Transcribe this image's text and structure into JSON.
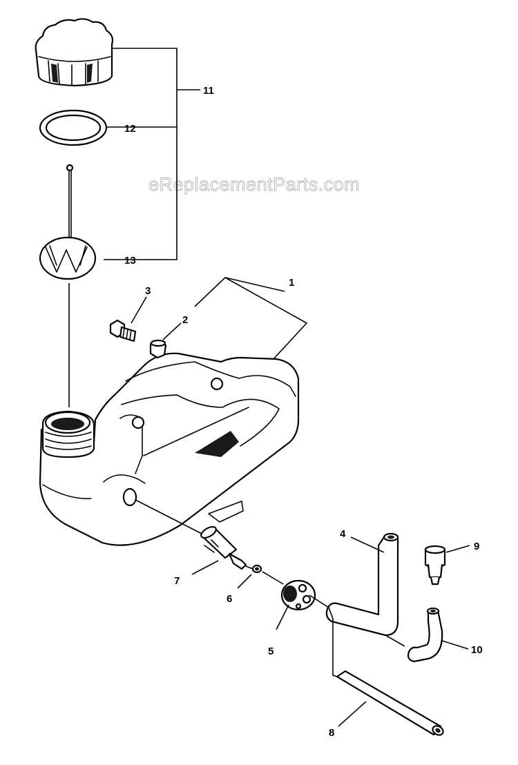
{
  "watermark": "eReplacementParts.com",
  "callouts": {
    "c1": "1",
    "c2": "2",
    "c3": "3",
    "c4": "4",
    "c5": "5",
    "c6": "6",
    "c7": "7",
    "c8": "8",
    "c9": "9",
    "c10": "10",
    "c11": "11",
    "c12": "12",
    "c13": "13"
  }
}
